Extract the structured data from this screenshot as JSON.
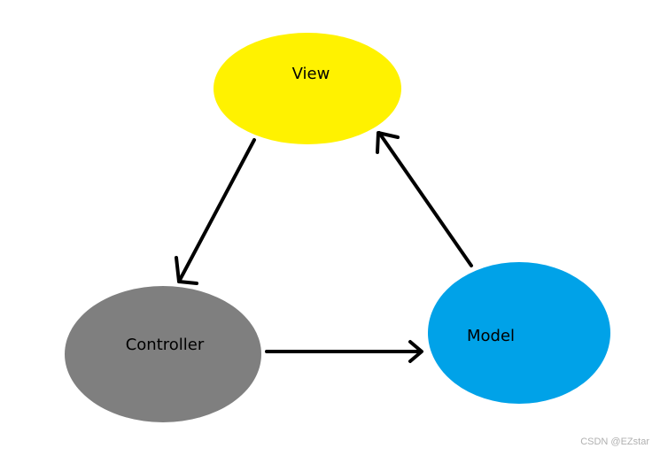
{
  "nodes": {
    "view": {
      "label": "View",
      "color": "#fff200"
    },
    "controller": {
      "label": "Controller",
      "color": "#7f7f7f"
    },
    "model": {
      "label": "Model",
      "color": "#00a2e8"
    }
  },
  "edges": [
    {
      "from": "view",
      "to": "controller"
    },
    {
      "from": "controller",
      "to": "model"
    },
    {
      "from": "model",
      "to": "view"
    }
  ],
  "arrow_color": "#000000",
  "watermark": "CSDN @EZstar"
}
